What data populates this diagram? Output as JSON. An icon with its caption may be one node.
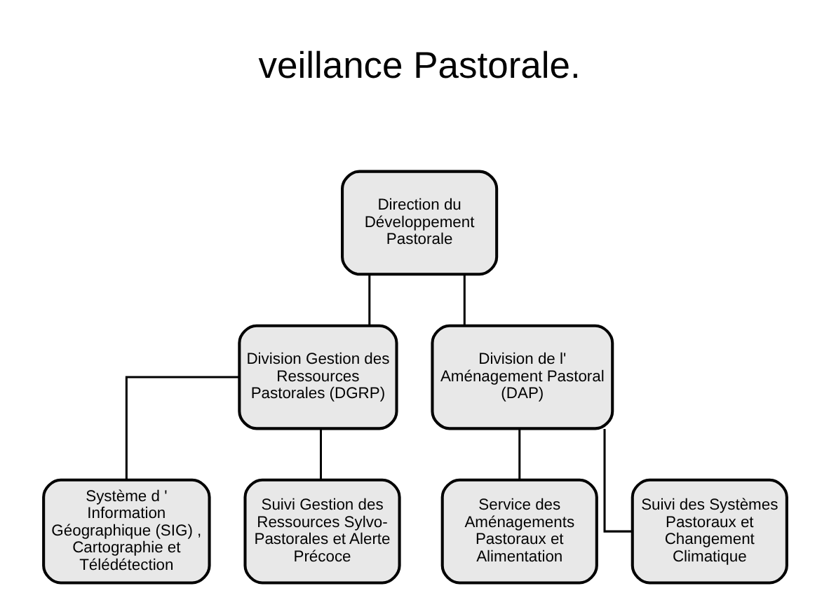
{
  "diagram": {
    "nodes": [
      {
        "text": [
          "Direction du Développement Pastorale"
        ]
      },
      {
        "text": [
          "Division Gestion des Ressources Pastorales (DGRP)"
        ]
      },
      {
        "text": [
          "Division de l' Aménagement Pastoral (DAP)"
        ]
      },
      {
        "text": [
          "Système d ' Information Géographique (SIG) , Cartographie et Télédétection"
        ]
      },
      {
        "text": [
          "Suivi Gestion des Ressources Sylvo-Pastorales et Alerte Précoce"
        ]
      },
      {
        "text": [
          "Service des Aménagements Pastoraux et Alimentation"
        ]
      },
      {
        "text": [
          "Suivi des Systèmes Pastoraux et Changement Climatique"
        ]
      }
    ],
    "edges": [
      {
        "from": 0,
        "to": 1,
        "arrow": "none"
      },
      {
        "from": 0,
        "to": 2,
        "arrow": "none"
      },
      {
        "from": 1,
        "to": 3,
        "arrow": "none"
      },
      {
        "from": 1,
        "to": 4,
        "arrow": "none"
      },
      {
        "from": 2,
        "to": 5,
        "arrow": "none"
      },
      {
        "from": 2,
        "to": 6,
        "arrow": "none"
      }
    ],
    "labels": [
      "veillance Pastorale."
    ]
  }
}
